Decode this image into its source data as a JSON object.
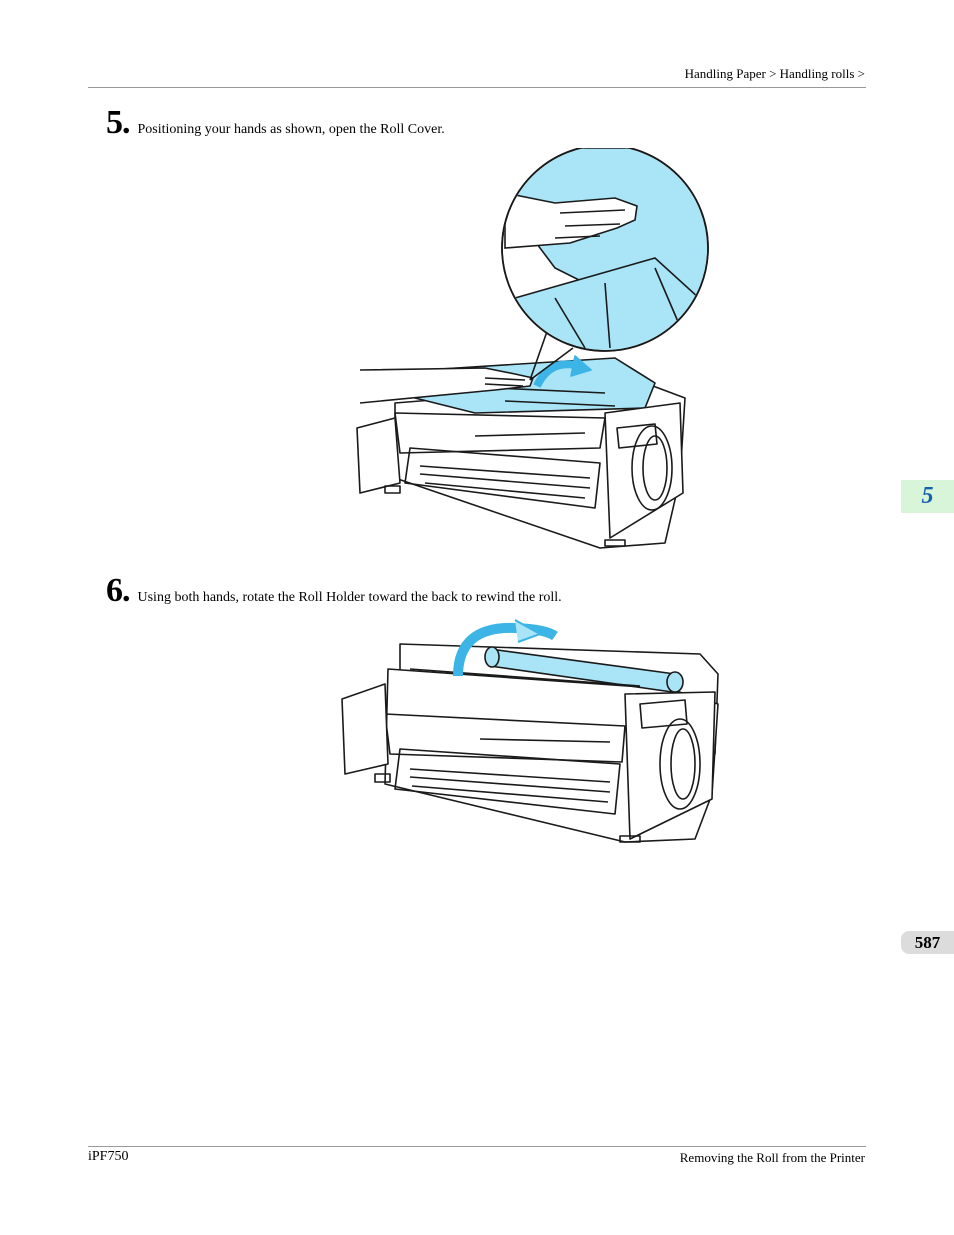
{
  "header": {
    "breadcrumb": "Handling Paper > Handling rolls >"
  },
  "steps": [
    {
      "number": "5.",
      "text": "Positioning your hands as shown, open the Roll Cover."
    },
    {
      "number": "6.",
      "text": "Using both hands, rotate the Roll Holder toward the back to rewind the roll."
    }
  ],
  "side_tabs": {
    "chapter": "5",
    "page": "587"
  },
  "footer": {
    "model": "iPF750",
    "section": "Removing the Roll from the Printer"
  },
  "colors": {
    "accent_blue": "#a9e4f7",
    "line": "#1a1a1a",
    "arrow": "#3cb4e6",
    "chapter_tab_bg": "#d9f5d9",
    "page_tab_bg": "#dcdcdc"
  }
}
